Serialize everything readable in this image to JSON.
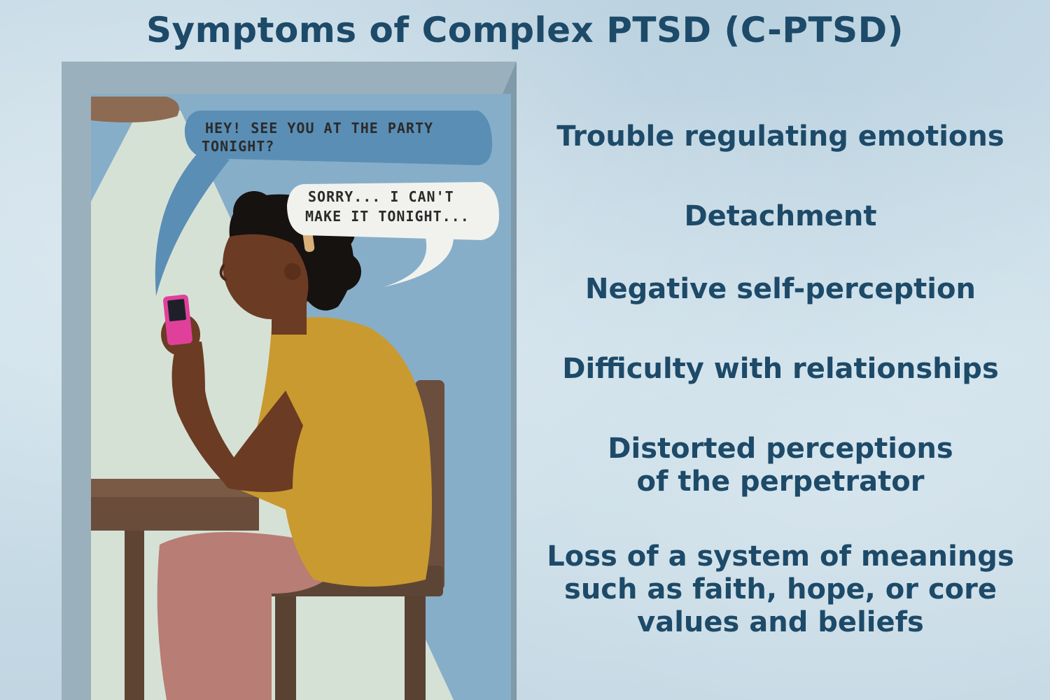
{
  "title": "Symptoms of Complex PTSD (C-PTSD)",
  "illustration": {
    "bubble_friend_lines": [
      "HEY! SEE YOU AT THE PARTY",
      "TONIGHT?"
    ],
    "bubble_reply_lines": [
      "SORRY... I CAN'T",
      "MAKE IT TONIGHT..."
    ]
  },
  "symptoms": [
    "Trouble regulating emotions",
    "Detachment",
    "Negative self-perception",
    "Difficulty with relationships",
    "Distorted perceptions\nof the perpetrator",
    "Loss of a system of meanings\nsuch as faith, hope, or core\nvalues and beliefs"
  ],
  "colors": {
    "background": "#c9dce7",
    "text": "#1d4a68",
    "shirt": "#c99a2f",
    "skin": "#6b3b23",
    "phone": "#e0409a"
  }
}
